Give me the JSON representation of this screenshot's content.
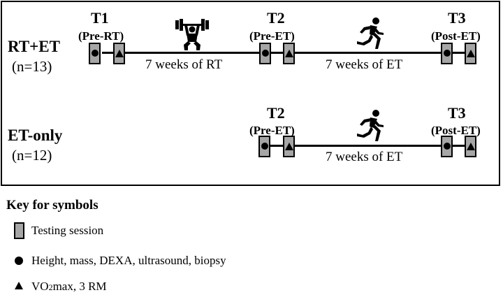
{
  "timepoints": {
    "t1": {
      "code": "T1",
      "label": "(Pre-RT)"
    },
    "t2": {
      "code": "T2",
      "label": "(Pre-ET)"
    },
    "t3": {
      "code": "T3",
      "label": "(Post-ET)"
    }
  },
  "groups": {
    "rt_et": {
      "name": "RT+ET",
      "n": "(n=13)"
    },
    "et_only": {
      "name": "ET-only",
      "n": "(n=12)"
    }
  },
  "phases": {
    "rt": "7 weeks of RT",
    "et": "7 weeks of ET"
  },
  "icons": {
    "rt": "weightlifter-icon",
    "et": "runner-icon"
  },
  "key": {
    "title": "Key for symbols",
    "testing_session": "Testing session",
    "circle": "Height, mass, DEXA, ultrasound, biopsy",
    "triangle_prefix": "VO",
    "triangle_sub": "2",
    "triangle_suffix": "max, 3 RM"
  },
  "colors": {
    "session_fill": "#a6a6a6",
    "line": "#000000"
  }
}
